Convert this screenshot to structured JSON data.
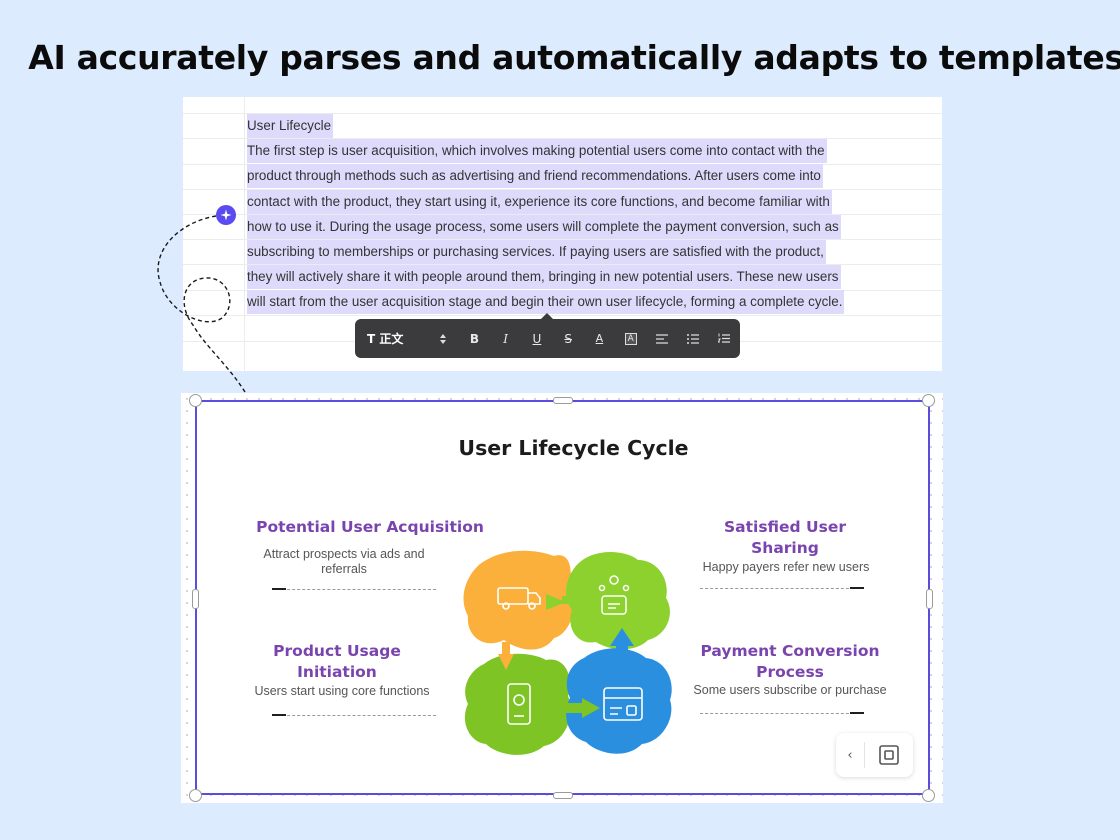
{
  "headline": "AI accurately parses and automatically adapts to templates",
  "document": {
    "lines": [
      "User Lifecycle",
      "The first step is user acquisition, which involves making potential users come into contact with the",
      "product through methods such as advertising and friend recommendations. After users come into",
      "contact with the product, they start using it, experience its core functions, and become familiar with",
      "how to use it. During the usage process, some users will complete the payment conversion, such as",
      "subscribing to memberships or purchasing services. If paying users are satisfied with the product,",
      "they will actively share it with people around them, bringing in new potential users. These new users",
      "will start from the user acquisition stage and begin their own user lifecycle, forming a complete cycle."
    ]
  },
  "toolbar": {
    "text_style": "T 正文",
    "stepper_icon": "updown-arrows-icon",
    "buttons": [
      {
        "icon": "bold-icon",
        "glyph": "B"
      },
      {
        "icon": "italic-icon",
        "glyph": "I"
      },
      {
        "icon": "underline-icon",
        "glyph": "U"
      },
      {
        "icon": "strikethrough-icon",
        "glyph": "S"
      },
      {
        "icon": "font-color-icon",
        "glyph": "A"
      },
      {
        "icon": "highlight-icon",
        "glyph": "A"
      },
      {
        "icon": "align-left-icon",
        "glyph": ""
      },
      {
        "icon": "bullet-list-icon",
        "glyph": ""
      },
      {
        "icon": "numbered-list-icon",
        "glyph": ""
      }
    ]
  },
  "template": {
    "title": "User Lifecycle Cycle",
    "stages": {
      "acquisition": {
        "title": "Potential User Acquisition",
        "desc": "Attract prospects via ads and referrals"
      },
      "sharing": {
        "title_l1": "Satisfied User",
        "title_l2": "Sharing",
        "desc": "Happy payers refer new users"
      },
      "usage": {
        "title_l1": "Product Usage",
        "title_l2": "Initiation",
        "desc": "Users start using core functions"
      },
      "payment": {
        "title_l1": "Payment Conversion",
        "title_l2": "Process",
        "desc": "Some users subscribe or purchase"
      }
    },
    "colors": {
      "orange": "#fbb03b",
      "green": "#8dd12f",
      "green_dark": "#7ec425",
      "blue": "#2b8fe0",
      "accent": "#7a44ae",
      "frame": "#5a4cdd"
    }
  },
  "nav": {
    "prev_glyph": "‹"
  }
}
